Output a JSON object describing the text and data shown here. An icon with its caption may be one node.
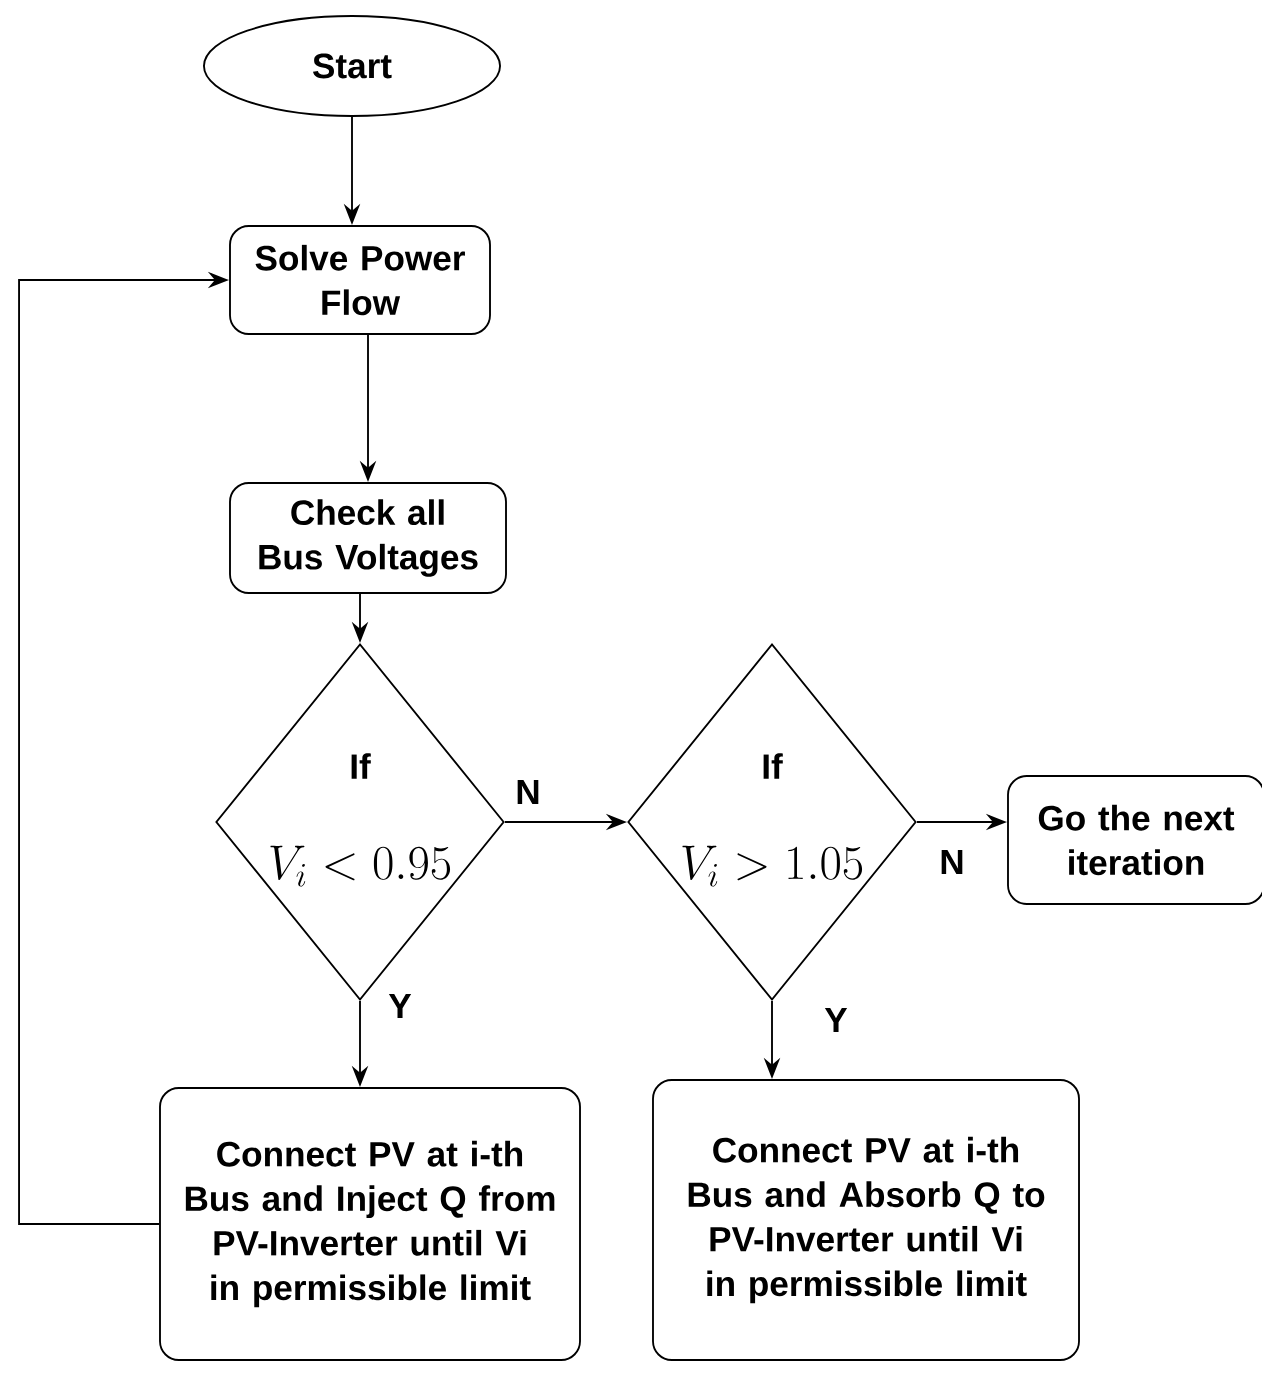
{
  "diagram": {
    "nodes": [
      {
        "text": [
          "Start"
        ]
      },
      {
        "text": [
          "Solve Power Flow"
        ]
      },
      {
        "text": [
          "Check all Bus Voltages"
        ]
      },
      {
        "text": [
          "If",
          "V_i < 0.95"
        ]
      },
      {
        "text": [
          "If",
          "V_i > 1.05"
        ]
      },
      {
        "text": [
          "Go the next iteration"
        ]
      },
      {
        "text": [
          "Connect PV at i-th Bus and Inject Q from PV-Inverter until Vi in permissible limit"
        ]
      },
      {
        "text": [
          "Connect PV at i-th Bus and Absorb Q to PV-Inverter until Vi in permissible limit"
        ]
      }
    ],
    "edges": [
      {
        "from": 0,
        "to": 1,
        "arrow": "to"
      },
      {
        "from": 1,
        "to": 2,
        "arrow": "to"
      },
      {
        "from": 2,
        "to": 3,
        "arrow": "to"
      },
      {
        "from": 3,
        "to": 4,
        "arrow": "to",
        "label": "N"
      },
      {
        "from": 4,
        "to": 5,
        "arrow": "to",
        "label": "N"
      },
      {
        "from": 3,
        "to": 6,
        "arrow": "to",
        "label": "Y"
      },
      {
        "from": 4,
        "to": 7,
        "arrow": "to",
        "label": "Y"
      },
      {
        "from": 6,
        "to": 1,
        "arrow": "to"
      }
    ]
  }
}
